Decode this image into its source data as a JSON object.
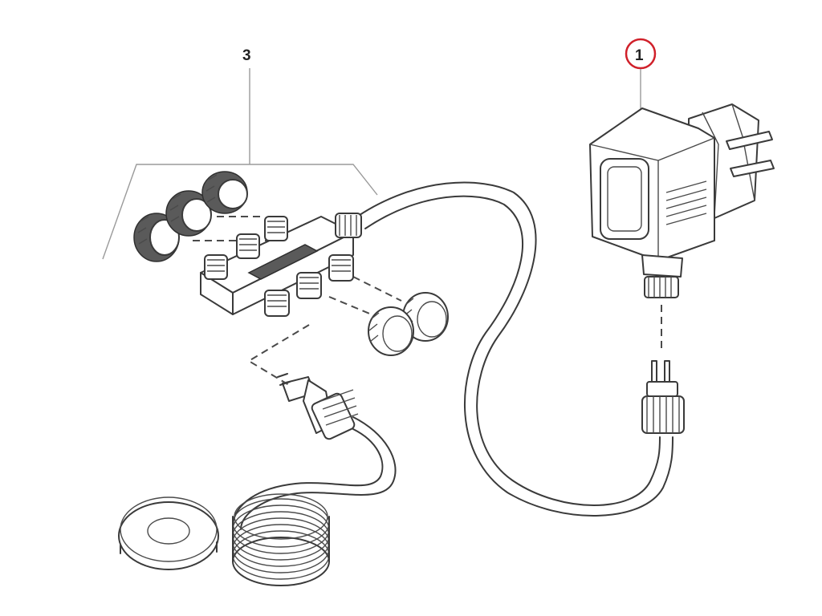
{
  "callouts": {
    "part_3": "3",
    "part_1": "1"
  },
  "colors": {
    "line": "#3a3a3a",
    "highlight_circle": "#d0202a",
    "background": "#ffffff"
  },
  "icons": [
    "power-plug-transformer",
    "connector-distributor",
    "cable-coil",
    "sealing-caps",
    "cable-plug"
  ]
}
